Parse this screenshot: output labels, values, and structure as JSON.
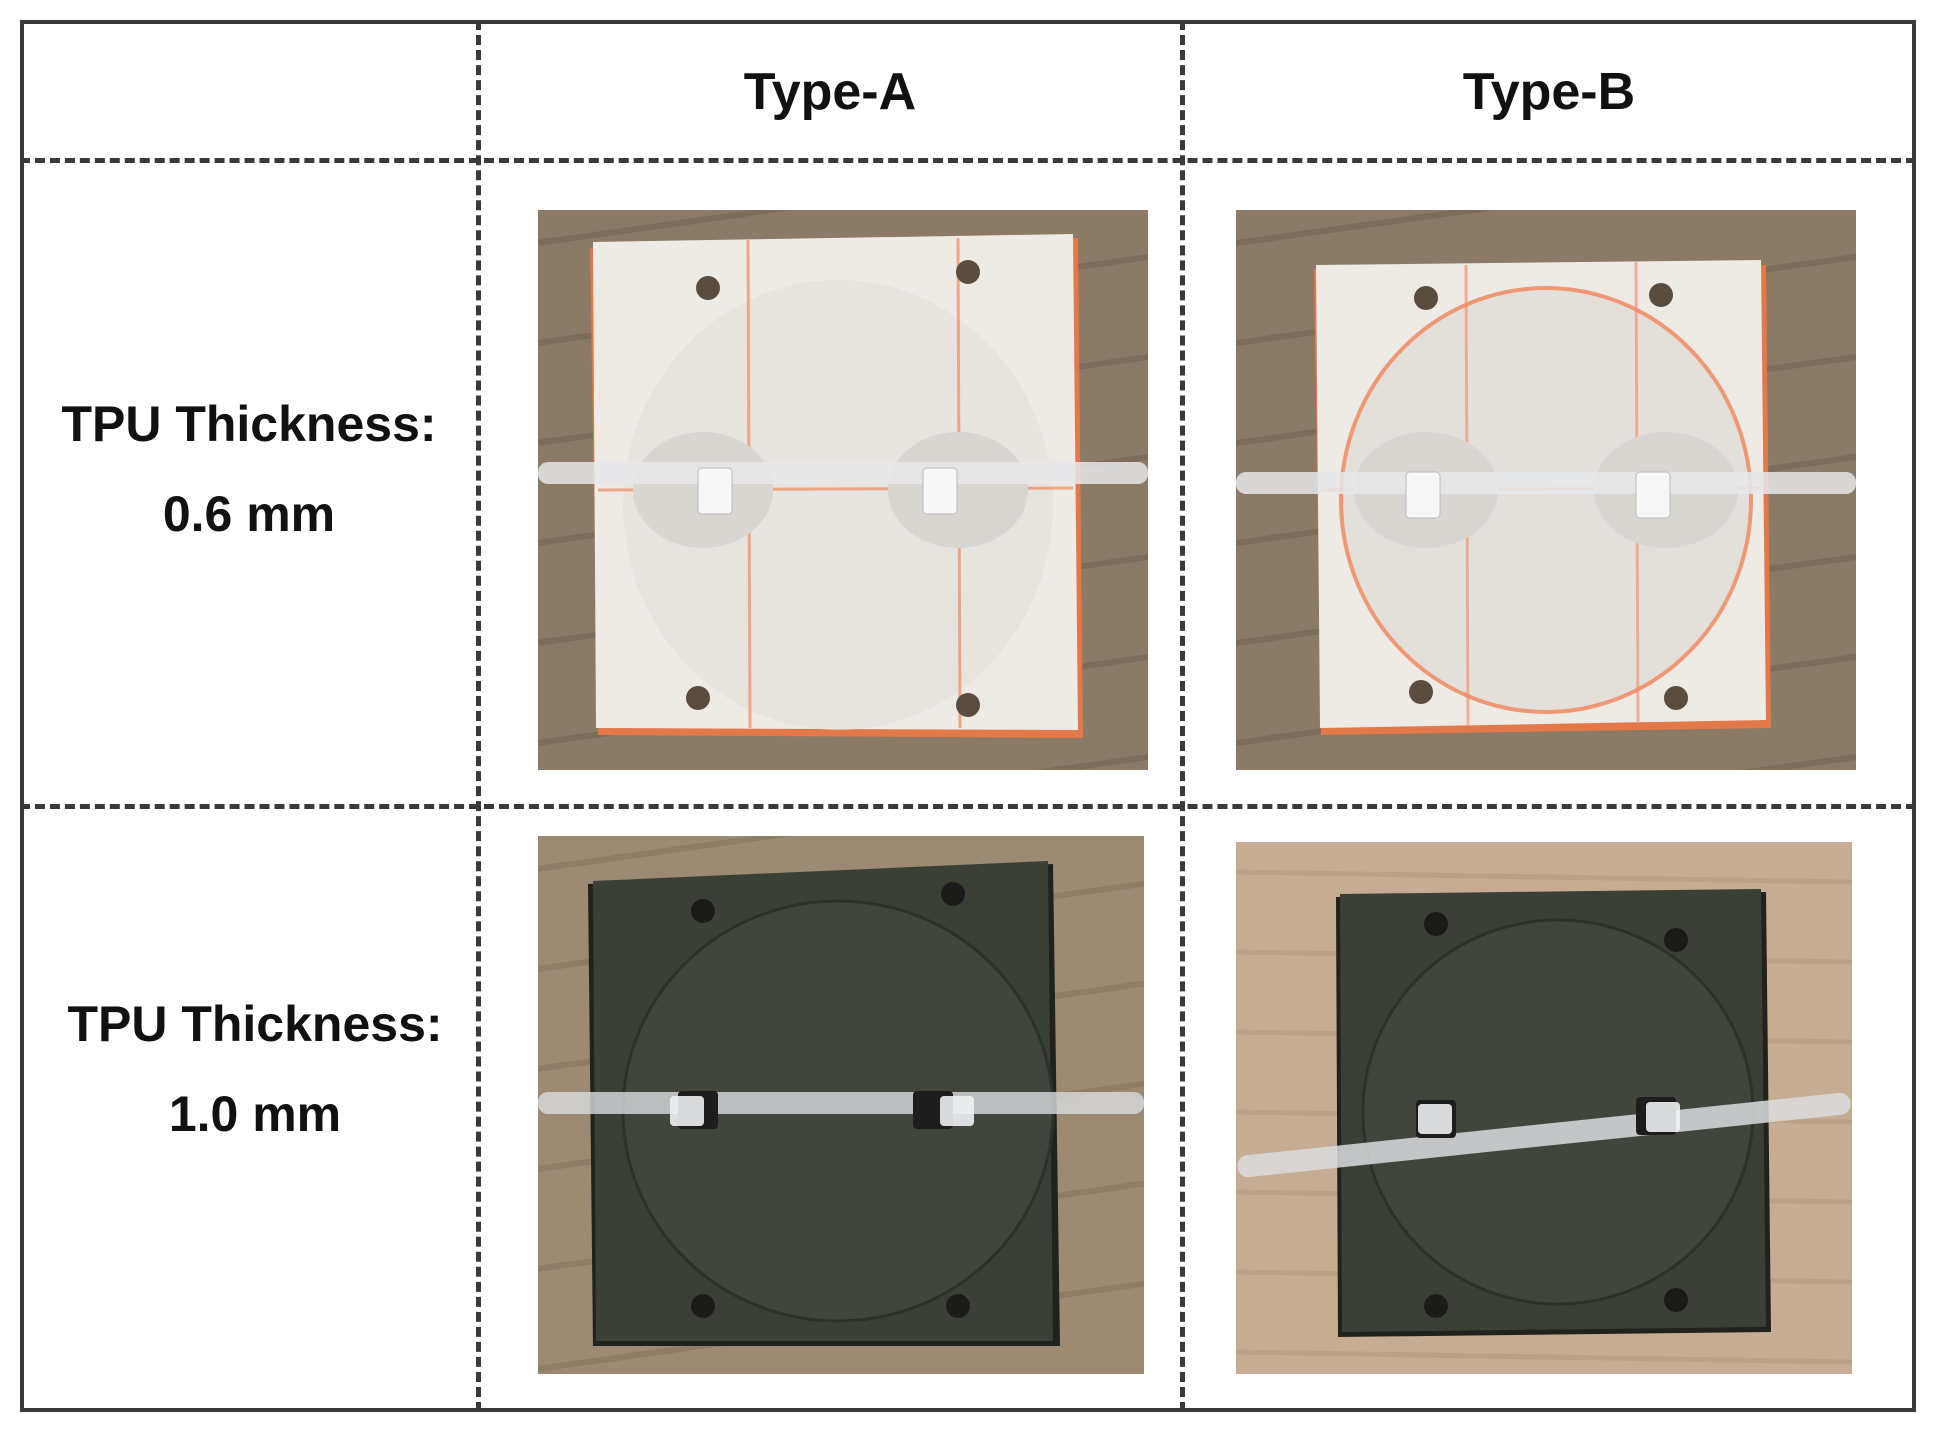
{
  "columns": {
    "type_a": "Type-A",
    "type_b": "Type-B"
  },
  "rows": [
    {
      "label_line1": "TPU Thickness:",
      "label_line2": "0.6 mm"
    },
    {
      "label_line1": "TPU Thickness:",
      "label_line2": "1.0 mm"
    }
  ],
  "photos": {
    "a1": {
      "pad_color": "#eeeae6",
      "line_color": "#f08a60"
    },
    "b1": {
      "pad_color": "#eeeae6",
      "line_color": "#f08a60"
    },
    "a2": {
      "pad_color": "#3b4037",
      "line_color": "#2d312a"
    },
    "b2": {
      "pad_color": "#3b4037",
      "line_color": "#2d312a"
    }
  },
  "colors": {
    "grid": "#3a3a3a",
    "wood": "#8a7a66"
  }
}
